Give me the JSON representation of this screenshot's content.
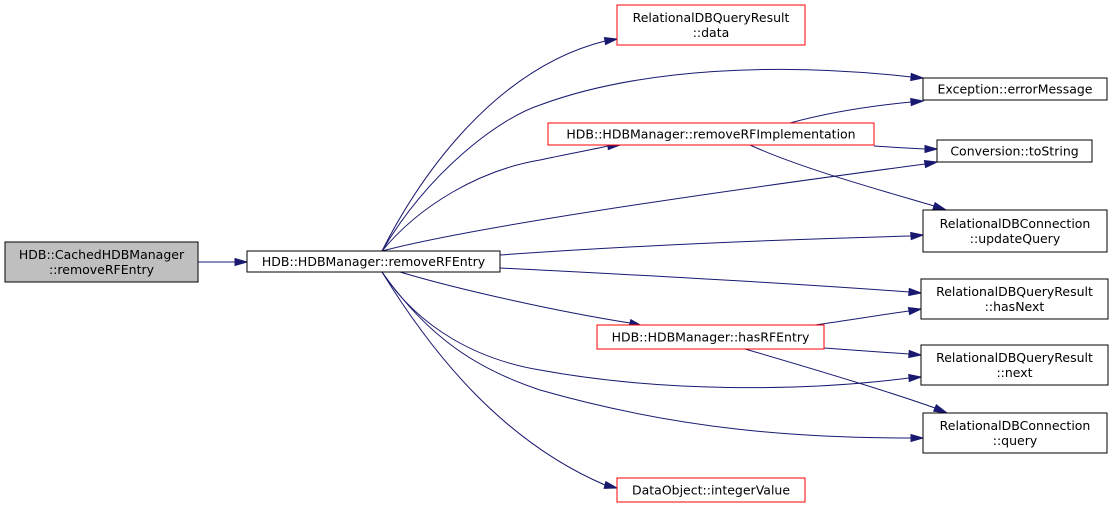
{
  "colors": {
    "edge": "#191970",
    "border_default": "#000000",
    "border_truncated": "#ff0000",
    "fill_default": "#ffffff",
    "fill_focus": "#bfbfbf"
  },
  "nodes": [
    {
      "id": "n0",
      "name": "node-cachedhdbmanager-removerfentry",
      "lines": [
        "HDB::CachedHDBManager",
        "::removeRFEntry"
      ],
      "style": "focus"
    },
    {
      "id": "n1",
      "name": "node-hdbmanager-removerfentry",
      "lines": [
        "HDB::HDBManager::removeRFEntry"
      ],
      "style": "default"
    },
    {
      "id": "n2",
      "name": "node-relationaldbqueryresult-data",
      "lines": [
        "RelationalDBQueryResult",
        "::data"
      ],
      "style": "truncated"
    },
    {
      "id": "n3",
      "name": "node-exception-errormessage",
      "lines": [
        "Exception::errorMessage"
      ],
      "style": "default"
    },
    {
      "id": "n4",
      "name": "node-hdbmanager-removerfimplementation",
      "lines": [
        "HDB::HDBManager::removeRFImplementation"
      ],
      "style": "truncated"
    },
    {
      "id": "n5",
      "name": "node-conversion-tostring",
      "lines": [
        "Conversion::toString"
      ],
      "style": "default"
    },
    {
      "id": "n6",
      "name": "node-relationaldbconnection-updatequery",
      "lines": [
        "RelationalDBConnection",
        "::updateQuery"
      ],
      "style": "default"
    },
    {
      "id": "n7",
      "name": "node-relationaldbqueryresult-hasnext",
      "lines": [
        "RelationalDBQueryResult",
        "::hasNext"
      ],
      "style": "default"
    },
    {
      "id": "n8",
      "name": "node-hdbmanager-hasrfentry",
      "lines": [
        "HDB::HDBManager::hasRFEntry"
      ],
      "style": "truncated"
    },
    {
      "id": "n9",
      "name": "node-relationaldbqueryresult-next",
      "lines": [
        "RelationalDBQueryResult",
        "::next"
      ],
      "style": "default"
    },
    {
      "id": "n10",
      "name": "node-relationaldbconnection-query",
      "lines": [
        "RelationalDBConnection",
        "::query"
      ],
      "style": "default"
    },
    {
      "id": "n11",
      "name": "node-dataobject-integervalue",
      "lines": [
        "DataObject::integerValue"
      ],
      "style": "truncated"
    }
  ],
  "edges": [
    {
      "from": "n0",
      "to": "n1"
    },
    {
      "from": "n1",
      "to": "n2"
    },
    {
      "from": "n1",
      "to": "n3"
    },
    {
      "from": "n1",
      "to": "n4"
    },
    {
      "from": "n1",
      "to": "n5"
    },
    {
      "from": "n1",
      "to": "n6"
    },
    {
      "from": "n1",
      "to": "n7"
    },
    {
      "from": "n1",
      "to": "n8"
    },
    {
      "from": "n1",
      "to": "n9"
    },
    {
      "from": "n1",
      "to": "n10"
    },
    {
      "from": "n1",
      "to": "n11"
    },
    {
      "from": "n4",
      "to": "n3"
    },
    {
      "from": "n4",
      "to": "n5"
    },
    {
      "from": "n4",
      "to": "n6"
    },
    {
      "from": "n8",
      "to": "n7"
    },
    {
      "from": "n8",
      "to": "n9"
    },
    {
      "from": "n8",
      "to": "n10"
    }
  ]
}
